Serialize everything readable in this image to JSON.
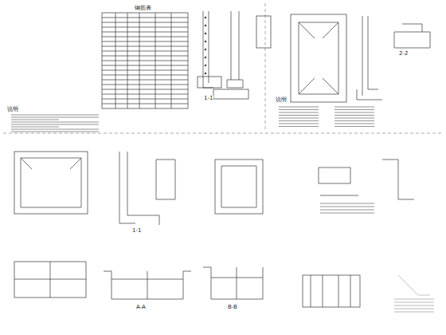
{
  "diagram": {
    "labels": [
      "钢筋表",
      "说明",
      "1-1",
      "2-2",
      "说明",
      "1-1",
      "A-A",
      "B-B"
    ]
  }
}
